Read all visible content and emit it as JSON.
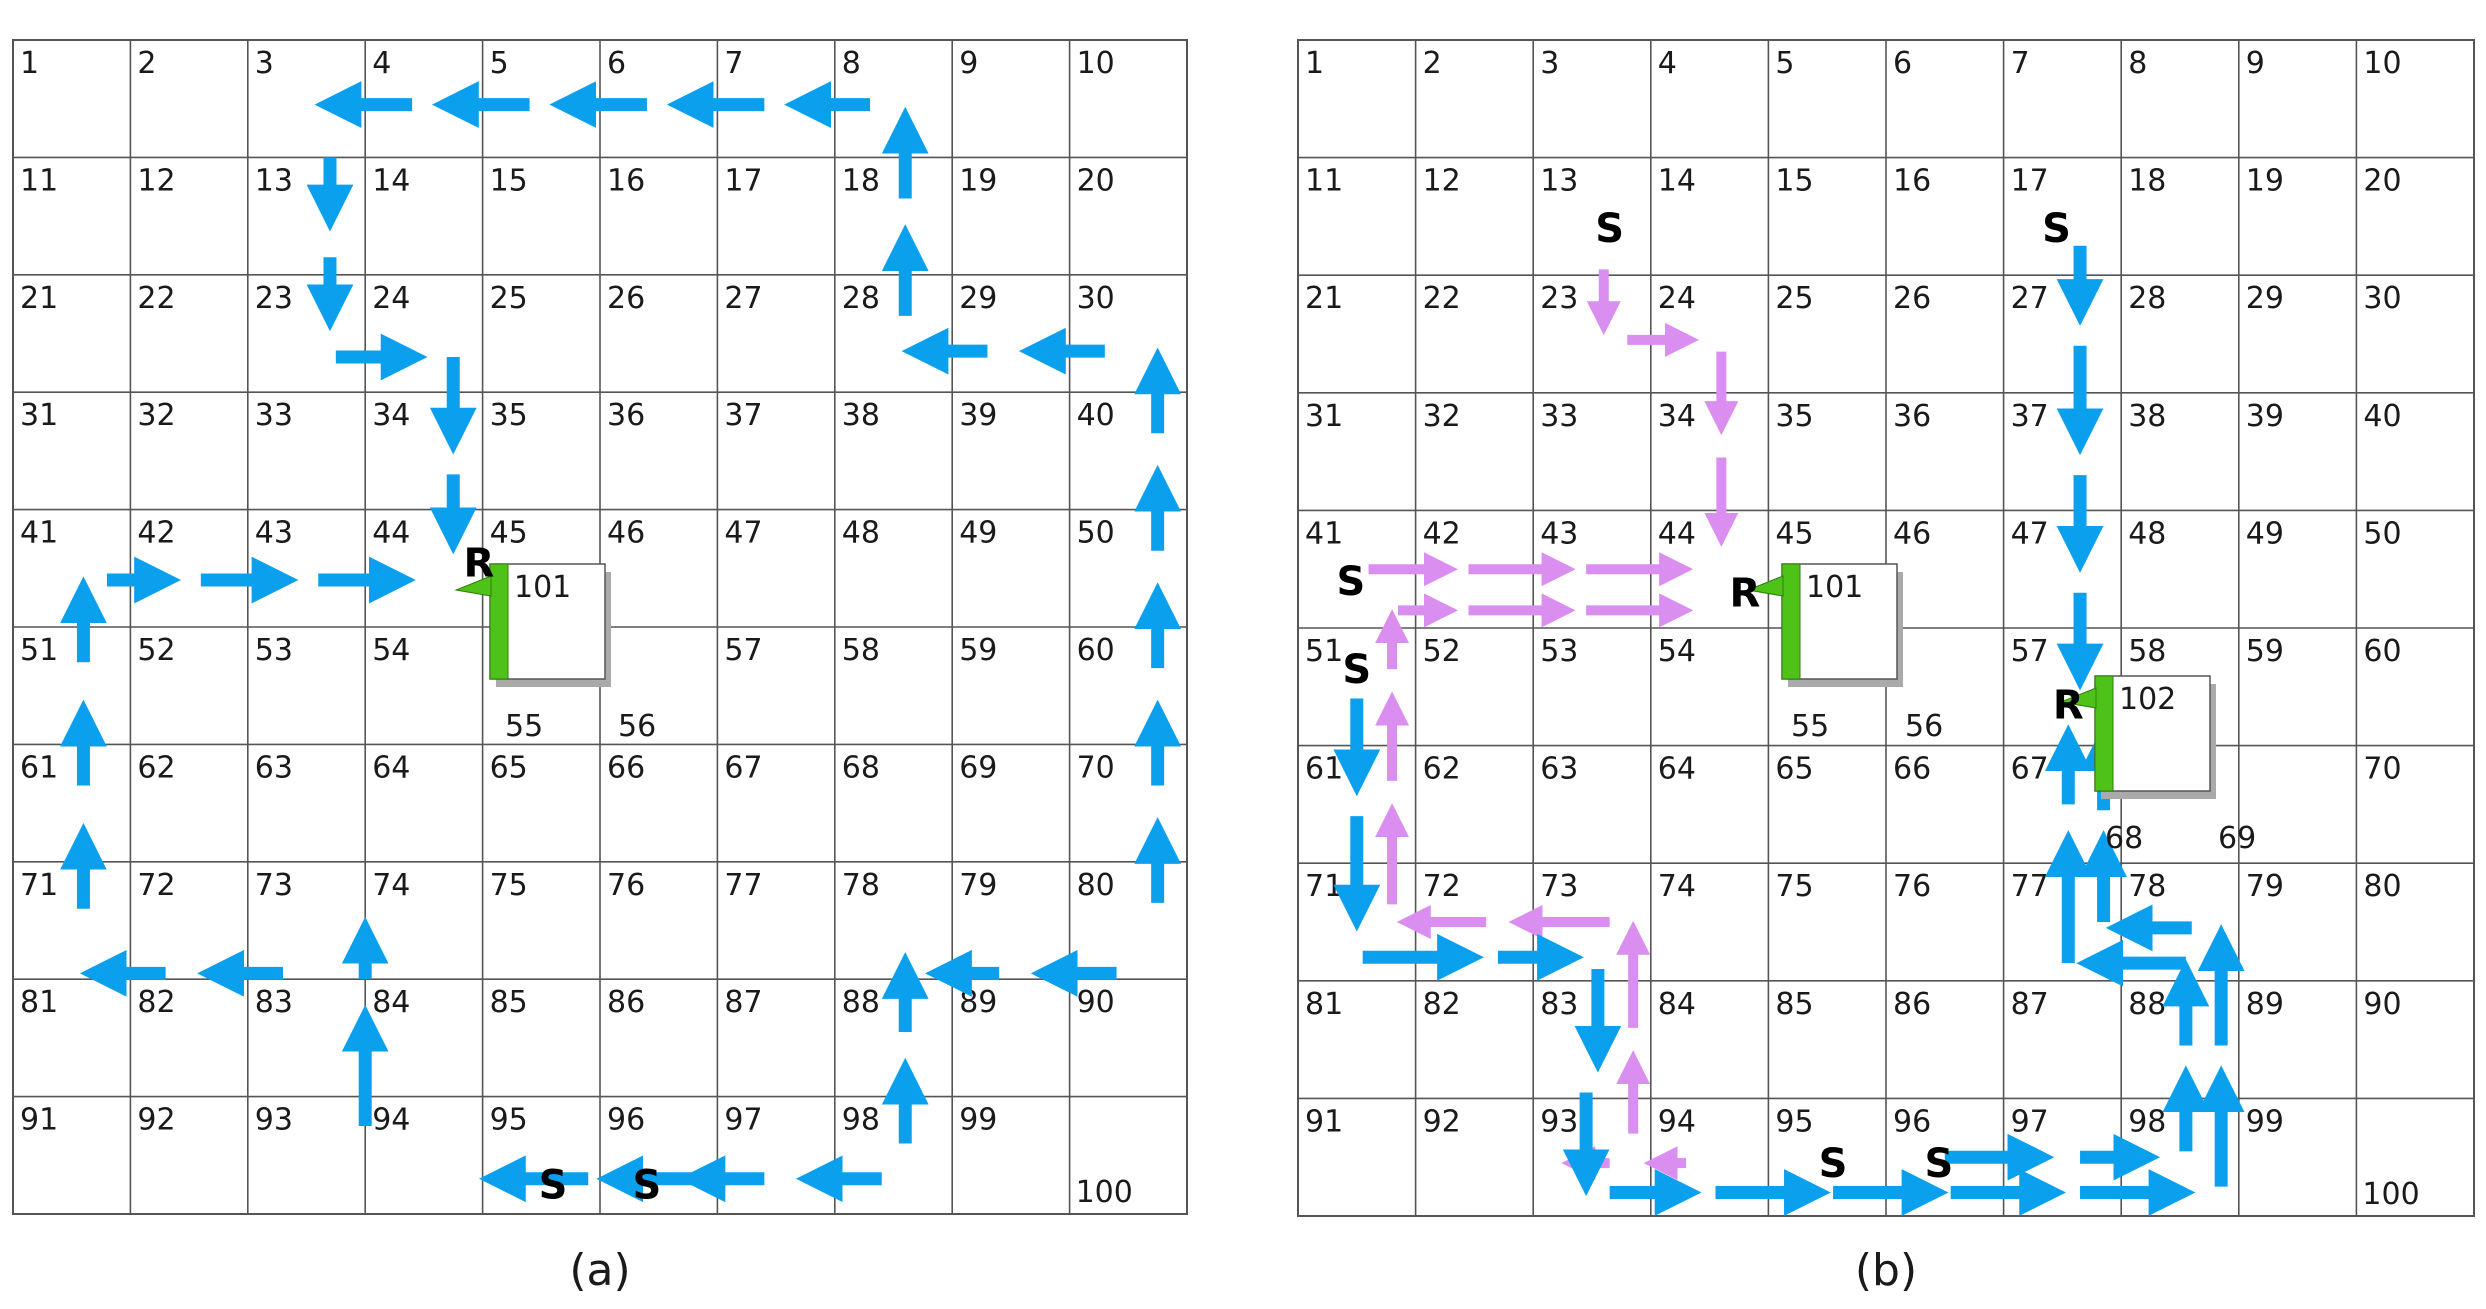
{
  "colors": {
    "blue_path": "#0ba0ee",
    "pink_path": "#da8ef0",
    "pin_green": "#4fc21a",
    "grid_line": "#555555",
    "box_shadow": "#aaaaaa"
  },
  "panels": [
    {
      "caption": "(a)",
      "cells": [
        "1",
        "2",
        "3",
        "4",
        "5",
        "6",
        "7",
        "8",
        "9",
        "10",
        "11",
        "12",
        "13",
        "14",
        "15",
        "16",
        "17",
        "18",
        "19",
        "20",
        "21",
        "22",
        "23",
        "24",
        "25",
        "26",
        "27",
        "28",
        "29",
        "30",
        "31",
        "32",
        "33",
        "34",
        "35",
        "36",
        "37",
        "38",
        "39",
        "40",
        "41",
        "42",
        "43",
        "44",
        "45",
        "46",
        "47",
        "48",
        "49",
        "50",
        "51",
        "52",
        "53",
        "54",
        "",
        "",
        "57",
        "58",
        "59",
        "60",
        "61",
        "62",
        "63",
        "64",
        "65",
        "66",
        "67",
        "68",
        "69",
        "70",
        "71",
        "72",
        "73",
        "74",
        "75",
        "76",
        "77",
        "78",
        "79",
        "80",
        "81",
        "82",
        "83",
        "84",
        "85",
        "86",
        "87",
        "88",
        "89",
        "90",
        "91",
        "92",
        "93",
        "94",
        "95",
        "96",
        "97",
        "98",
        "99",
        "100"
      ],
      "gw_boxes": [
        {
          "label": "101",
          "under": [
            "55",
            "56"
          ]
        }
      ],
      "markers": [
        "R",
        "S",
        "S"
      ],
      "paths": [
        {
          "color": "blue",
          "arrows": [
            [
              5.9,
              9.7,
              5.0,
              9.7
            ],
            [
              4.9,
              9.7,
              4.0,
              9.7
            ],
            [
              3.0,
              9.25,
              3.0,
              8.25
            ],
            [
              3.0,
              8.0,
              3.0,
              7.5
            ],
            [
              2.3,
              7.95,
              1.6,
              7.95
            ],
            [
              1.3,
              7.95,
              0.6,
              7.95
            ],
            [
              0.6,
              7.4,
              0.6,
              6.7
            ],
            [
              0.6,
              6.35,
              0.6,
              5.65
            ],
            [
              0.6,
              5.3,
              0.6,
              4.6
            ],
            [
              0.8,
              4.6,
              1.4,
              4.6
            ],
            [
              1.6,
              4.6,
              2.4,
              4.6
            ],
            [
              2.6,
              4.6,
              3.4,
              4.6
            ],
            [
              3.75,
              3.7,
              3.75,
              4.35
            ],
            [
              3.75,
              2.7,
              3.75,
              3.5
            ],
            [
              2.75,
              2.7,
              3.5,
              2.7
            ],
            [
              2.7,
              1.85,
              2.7,
              2.45
            ],
            [
              2.7,
              1.0,
              2.7,
              1.6
            ],
            [
              3.4,
              0.55,
              2.6,
              0.55
            ],
            [
              4.4,
              0.55,
              3.6,
              0.55
            ],
            [
              5.4,
              0.55,
              4.6,
              0.55
            ],
            [
              6.4,
              0.55,
              5.6,
              0.55
            ],
            [
              7.3,
              0.55,
              6.6,
              0.55
            ],
            [
              7.6,
              1.35,
              7.6,
              0.6
            ],
            [
              7.6,
              2.35,
              7.6,
              1.6
            ],
            [
              8.3,
              2.65,
              7.6,
              2.65
            ],
            [
              9.3,
              2.65,
              8.6,
              2.65
            ],
            [
              9.75,
              3.35,
              9.75,
              2.65
            ],
            [
              9.75,
              4.35,
              9.75,
              3.65
            ],
            [
              9.75,
              5.35,
              9.75,
              4.65
            ],
            [
              9.75,
              6.35,
              9.75,
              5.65
            ],
            [
              9.75,
              7.35,
              9.75,
              6.65
            ],
            [
              9.4,
              7.95,
              8.7,
              7.95
            ],
            [
              8.4,
              7.95,
              7.8,
              7.95
            ],
            [
              7.6,
              8.45,
              7.6,
              7.8
            ],
            [
              7.6,
              9.4,
              7.6,
              8.7
            ],
            [
              7.4,
              9.7,
              6.7,
              9.7
            ],
            [
              6.4,
              9.7,
              5.7,
              9.7
            ]
          ]
        }
      ]
    },
    {
      "caption": "(b)",
      "cells": [
        "1",
        "2",
        "3",
        "4",
        "5",
        "6",
        "7",
        "8",
        "9",
        "10",
        "11",
        "12",
        "13",
        "14",
        "15",
        "16",
        "17",
        "18",
        "19",
        "20",
        "21",
        "22",
        "23",
        "24",
        "25",
        "26",
        "27",
        "28",
        "29",
        "30",
        "31",
        "32",
        "33",
        "34",
        "35",
        "36",
        "37",
        "38",
        "39",
        "40",
        "41",
        "42",
        "43",
        "44",
        "45",
        "46",
        "47",
        "48",
        "49",
        "50",
        "51",
        "52",
        "53",
        "54",
        "",
        "",
        "57",
        "58",
        "59",
        "60",
        "61",
        "62",
        "63",
        "64",
        "65",
        "66",
        "67",
        "",
        "",
        "70",
        "71",
        "72",
        "73",
        "74",
        "75",
        "76",
        "77",
        "78",
        "79",
        "80",
        "81",
        "82",
        "83",
        "84",
        "85",
        "86",
        "87",
        "88",
        "89",
        "90",
        "91",
        "92",
        "93",
        "94",
        "95",
        "96",
        "97",
        "98",
        "99",
        "100"
      ],
      "gw_boxes": [
        {
          "label": "101",
          "under": [
            "55",
            "56"
          ]
        },
        {
          "label": "102",
          "under": [
            "68",
            "69"
          ]
        }
      ],
      "markers": [
        "S",
        "S",
        "S",
        "S",
        "S",
        "S",
        "R",
        "R"
      ],
      "paths": [
        {
          "color": "pink",
          "arrows": [
            [
              2.6,
              1.95,
              2.6,
              2.5
            ],
            [
              2.8,
              2.55,
              3.4,
              2.55
            ],
            [
              3.6,
              2.65,
              3.6,
              3.35
            ],
            [
              3.6,
              3.55,
              3.6,
              4.3
            ],
            [
              0.6,
              4.5,
              1.35,
              4.5
            ],
            [
              1.45,
              4.5,
              2.35,
              4.5
            ],
            [
              2.45,
              4.5,
              3.35,
              4.5
            ],
            [
              0.85,
              4.85,
              1.35,
              4.85
            ],
            [
              1.45,
              4.85,
              2.35,
              4.85
            ],
            [
              2.45,
              4.85,
              3.35,
              4.85
            ],
            [
              3.3,
              9.55,
              2.95,
              9.55
            ],
            [
              2.65,
              9.55,
              2.25,
              9.55
            ],
            [
              2.85,
              9.3,
              2.85,
              8.6
            ],
            [
              2.85,
              8.4,
              2.85,
              7.5
            ],
            [
              2.65,
              7.5,
              1.8,
              7.5
            ],
            [
              1.6,
              7.5,
              0.85,
              7.5
            ],
            [
              0.8,
              7.35,
              0.8,
              6.5
            ],
            [
              0.8,
              6.3,
              0.8,
              5.55
            ],
            [
              0.8,
              5.35,
              0.8,
              4.85
            ]
          ]
        },
        {
          "color": "blue",
          "arrows": [
            [
              6.65,
              1.75,
              6.65,
              2.4
            ],
            [
              6.65,
              2.6,
              6.65,
              3.5
            ],
            [
              6.65,
              3.7,
              6.65,
              4.5
            ],
            [
              6.65,
              4.7,
              6.65,
              5.5
            ],
            [
              0.5,
              5.6,
              0.5,
              6.4
            ],
            [
              0.5,
              6.6,
              0.5,
              7.55
            ],
            [
              0.55,
              7.8,
              1.55,
              7.8
            ],
            [
              1.7,
              7.8,
              2.4,
              7.8
            ],
            [
              2.55,
              7.9,
              2.55,
              8.75
            ],
            [
              2.45,
              8.95,
              2.45,
              9.8
            ],
            [
              2.65,
              9.8,
              3.4,
              9.8
            ],
            [
              3.55,
              9.8,
              4.5,
              9.8
            ],
            [
              4.55,
              9.8,
              5.5,
              9.8
            ],
            [
              5.55,
              9.8,
              6.5,
              9.8
            ],
            [
              6.65,
              9.8,
              7.6,
              9.8
            ],
            [
              7.85,
              9.75,
              7.85,
              8.75
            ],
            [
              7.85,
              8.55,
              7.85,
              7.55
            ],
            [
              7.6,
              7.55,
              6.9,
              7.55
            ],
            [
              6.85,
              7.5,
              6.85,
              6.75
            ],
            [
              6.85,
              6.55,
              6.85,
              5.85
            ],
            [
              7.55,
              7.85,
              6.65,
              7.85
            ],
            [
              6.55,
              7.85,
              6.55,
              6.75
            ],
            [
              6.55,
              6.5,
              6.55,
              5.85
            ],
            [
              5.5,
              9.5,
              6.4,
              9.5
            ],
            [
              6.65,
              9.5,
              7.3,
              9.5
            ],
            [
              7.55,
              9.45,
              7.55,
              8.75
            ],
            [
              7.55,
              8.55,
              7.55,
              7.85
            ]
          ]
        }
      ]
    }
  ]
}
